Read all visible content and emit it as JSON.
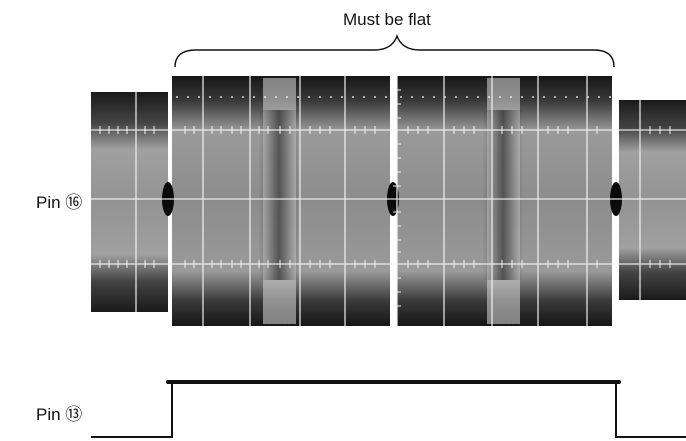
{
  "annotation": {
    "flat_label": "Must be flat"
  },
  "traces": {
    "pin16_label": "Pin ⑯",
    "pin13_label": "Pin ⑬"
  },
  "colors": {
    "scope_bg": "#8a8a8a",
    "trace_dark": "#1c1c1c",
    "graticule": "#f4f4f4",
    "ink": "#111111"
  }
}
